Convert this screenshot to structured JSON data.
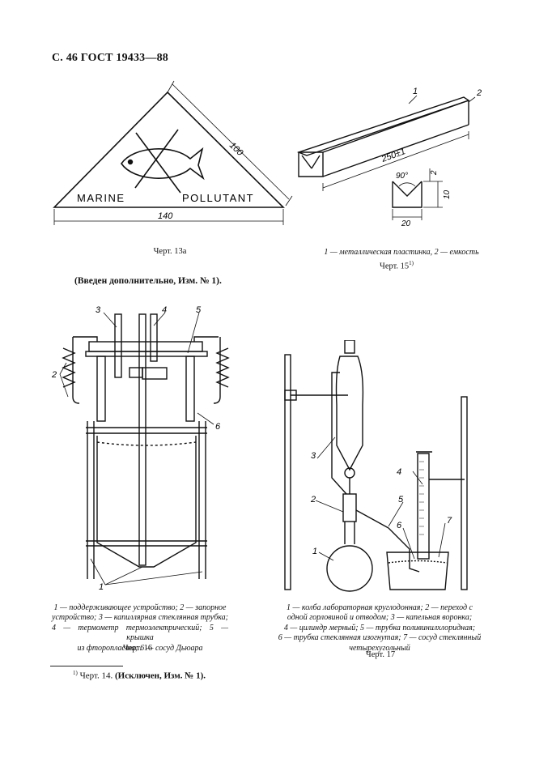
{
  "header": {
    "title": "С. 46 ГОСТ 19433—88"
  },
  "fig13a": {
    "marine": "MARINE",
    "pollutant": "POLLUTANT",
    "dim_side": "100",
    "dim_base": "140",
    "caption": "Черт. 13а"
  },
  "fig15": {
    "label1": "1",
    "label2": "2",
    "dim_length": "250±1",
    "dim_angle": "90°",
    "dim_2": "2",
    "dim_10": "10",
    "dim_20": "20",
    "legend": "1 — металлическая пластинка, 2 — емкость",
    "caption": "Черт. 15",
    "caption_sup": "1)"
  },
  "amendment": "(Введен дополнительно, Изм. № 1).",
  "fig16": {
    "labels": [
      "1",
      "2",
      "3",
      "4",
      "5",
      "6"
    ],
    "legend_l1": "1 — поддерживающее устройство; 2 — запорное",
    "legend_l2": "устройство; 3 — капиллярная стеклянная трубка;",
    "legend_l3": "4 — термометр термоэлектрический; 5 — крышка",
    "legend_l4": "из фторопласта; 6 — сосуд Дьюара",
    "caption": "Черт. 16"
  },
  "fig17": {
    "labels": [
      "1",
      "2",
      "3",
      "4",
      "5",
      "6",
      "7"
    ],
    "legend_l1": "1 — колба лабораторная круглодонная; 2 — переход с",
    "legend_l2": "одной горловиной и отводом; 3 — капельная воронка;",
    "legend_l3": "4 — цилиндр мерный; 5 — трубка поливинилхлоридная;",
    "legend_l4": "6 — трубка стеклянная изогнутая; 7 — сосуд стеклянный",
    "legend_l5": "четырехугольный",
    "caption": "Черт. 17"
  },
  "footnote": {
    "mark": "1)",
    "text": "Черт. 14.",
    "bold": "(Исключен, Изм. № 1)."
  }
}
